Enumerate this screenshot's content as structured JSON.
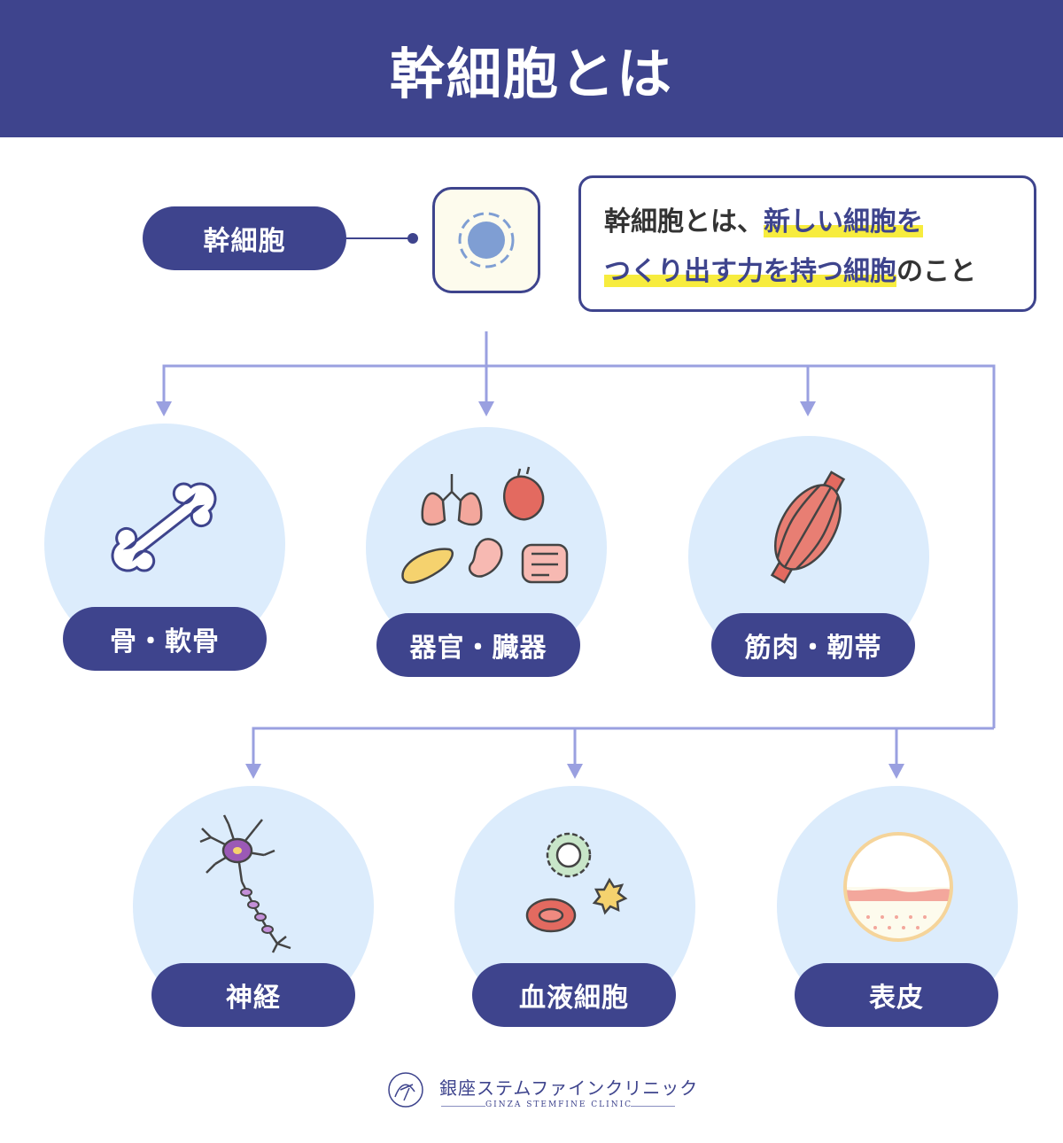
{
  "header": {
    "title": "幹細胞とは"
  },
  "stem": {
    "label": "幹細胞"
  },
  "description": {
    "line1_plain": "幹細胞とは、",
    "line1_highlight": "新しい細胞を",
    "line2_highlight": "つくり出す力を持つ細胞",
    "line2_plain": "のこと"
  },
  "targets": [
    {
      "label": "骨・軟骨",
      "icon": "bone-icon"
    },
    {
      "label": "器官・臓器",
      "icon": "organs-icon"
    },
    {
      "label": "筋肉・靭帯",
      "icon": "muscle-icon"
    },
    {
      "label": "神経",
      "icon": "neuron-icon"
    },
    {
      "label": "血液細胞",
      "icon": "blood-cells-icon"
    },
    {
      "label": "表皮",
      "icon": "skin-icon"
    }
  ],
  "footer": {
    "name_ja": "銀座ステムファインクリニック",
    "name_en": "GINZA STEMFINE CLINIC"
  },
  "colors": {
    "navy": "#3e448d",
    "arrow": "#9aa0e0",
    "circle": "#dcecfc",
    "highlight": "#f7ec3e"
  }
}
